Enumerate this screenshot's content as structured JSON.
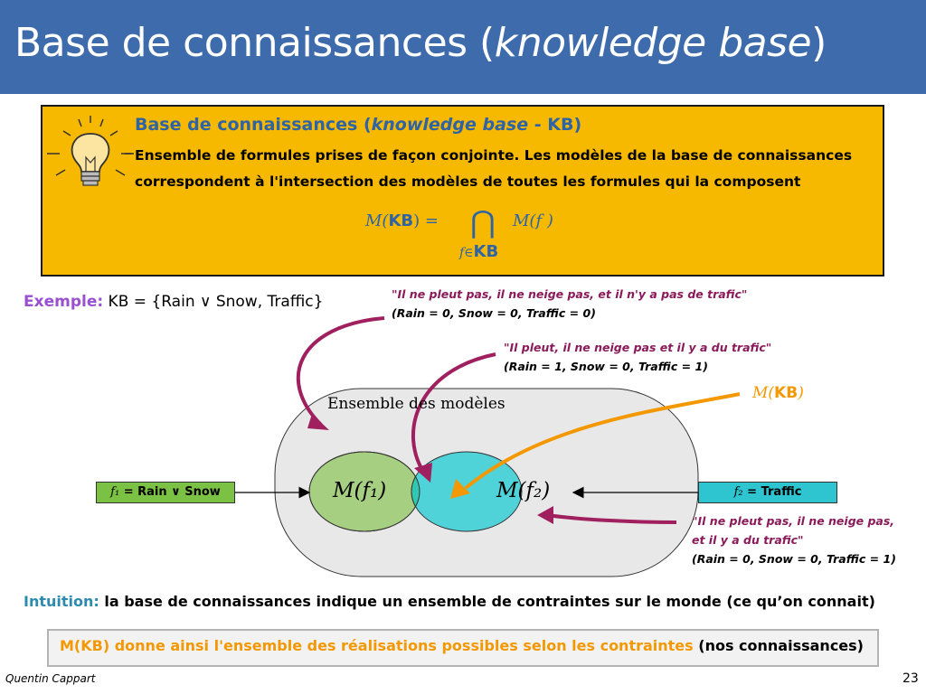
{
  "slide": {
    "title_main": "Base de connaissances (",
    "title_italic": "knowledge base",
    "title_end": ")",
    "page_number": "23",
    "author": "Quentin Cappart"
  },
  "definition": {
    "title_main": "Base de connaissances (",
    "title_italic": "knowledge base",
    "title_end": " - KB)",
    "text": "Ensemble de formules prises de façon conjointe. Les modèles de la base de connaissances correspondent à l'intersection des modèles de toutes les formules qui la composent",
    "formula_lhs_pre": "M(",
    "formula_lhs_kb": "KB",
    "formula_lhs_post": ") =",
    "formula_cap": "⋂",
    "formula_rhs": "M(f )",
    "formula_sub_pre": "f∈",
    "formula_sub_kb": "KB"
  },
  "example": {
    "label": "Exemple:",
    "kb_text": " KB = {Rain ∨ Snow, Traffic}"
  },
  "annotations": {
    "a1_quote": "\"Il ne pleut pas, il ne neige pas, et il n'y a pas de trafic\"",
    "a1_values": "(Rain = 0, Snow = 0, Traffic = 0)",
    "a2_quote": "\"Il pleut, il ne neige pas et il y a du trafic\"",
    "a2_values": "(Rain = 1, Snow = 0, Traffic = 1)",
    "a3_quote_1": "\"Il ne pleut pas, il ne neige pas,",
    "a3_quote_2": " et il y a du trafic\"",
    "a3_values": "(Rain = 0, Snow = 0, Traffic = 1)"
  },
  "diagram": {
    "mkb_pre": "M(",
    "mkb_kb": "KB",
    "mkb_post": ")",
    "ensemble_label": "Ensemble des modèles",
    "mf1": "M(f₁)",
    "mf2": "M(f₂)",
    "f1_sym": "f₁",
    "f1_text": " = Rain ∨ Snow",
    "f2_sym": "f₂",
    "f2_text": " = Traffic",
    "colors": {
      "f1_fill": "#a6cf82",
      "f2_fill": "#4fd2d8",
      "intersection": "#31c7b0",
      "arrow_purple": "#a0205f",
      "arrow_orange": "#f39800"
    }
  },
  "intuition": {
    "label": "Intuition:",
    "text": " la base de connaissances indique un ensemble de contraintes sur le monde (ce qu’on connait)"
  },
  "conclusion": {
    "orange_text": "M(KB) donne ainsi l'ensemble des réalisations possibles selon les contraintes",
    "black_text": " (nos connaissances)"
  }
}
